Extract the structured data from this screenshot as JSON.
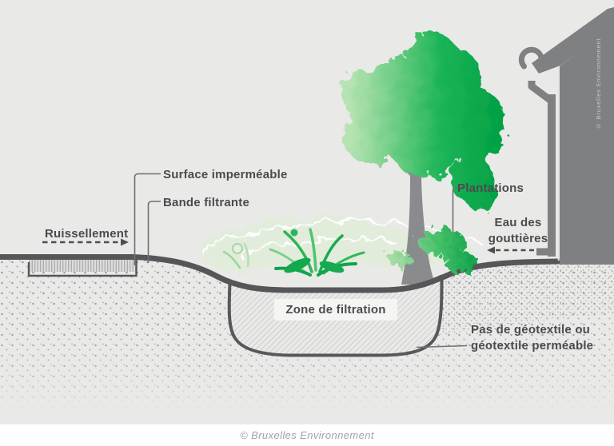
{
  "diagram": {
    "labels": {
      "surface_impermeable": "Surface imperméable",
      "bande_filtrante": "Bande filtrante",
      "ruissellement": "Ruissellement",
      "plantations": "Plantations",
      "eau_gouttieres_l1": "Eau des",
      "eau_gouttieres_l2": "gouttières",
      "zone_filtration": "Zone de filtration",
      "geotextile_l1": "Pas de géotextile ou",
      "geotextile_l2": "géotextile perméable"
    },
    "credits": {
      "bottom": "© Bruxelles Environnement",
      "vertical": "© Bruxelles Environnement"
    },
    "colors": {
      "background": "#e9e9e8",
      "ground_line": "#565659",
      "text": "#4b4b4d",
      "structure_gray": "#7f8081",
      "tree_green_light": "#b6e3b2",
      "tree_green_dark": "#03a245",
      "shrub_pale_green": "#e2ecdb"
    }
  }
}
